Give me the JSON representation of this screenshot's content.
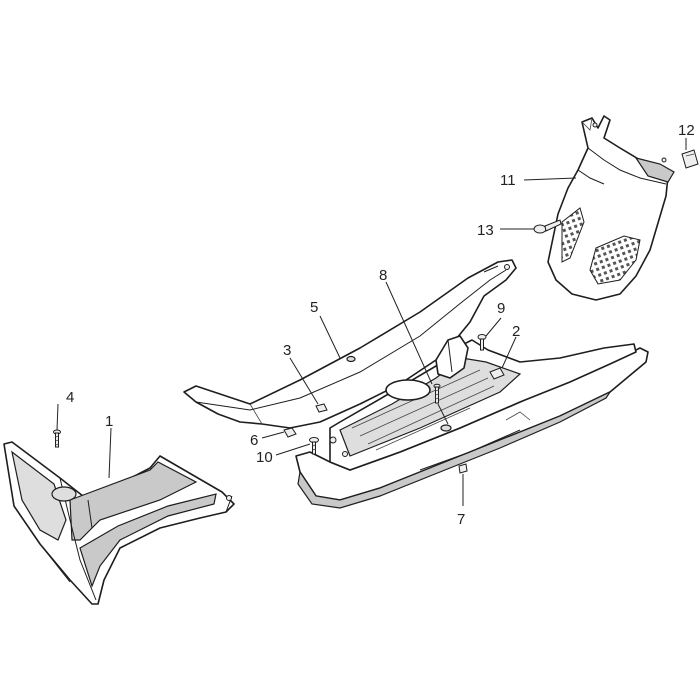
{
  "diagram": {
    "callouts": [
      {
        "id": "c1",
        "label": "1"
      },
      {
        "id": "c2",
        "label": "2"
      },
      {
        "id": "c3",
        "label": "3"
      },
      {
        "id": "c4",
        "label": "4"
      },
      {
        "id": "c5",
        "label": "5"
      },
      {
        "id": "c6",
        "label": "6"
      },
      {
        "id": "c7",
        "label": "7"
      },
      {
        "id": "c8",
        "label": "8"
      },
      {
        "id": "c9",
        "label": "9"
      },
      {
        "id": "c10",
        "label": "10"
      },
      {
        "id": "c11",
        "label": "11"
      },
      {
        "id": "c12",
        "label": "12"
      },
      {
        "id": "c13",
        "label": "13"
      }
    ],
    "colors": {
      "line": "#1e1e1e",
      "shade": "#c9c9c9",
      "background": "#ffffff"
    }
  }
}
